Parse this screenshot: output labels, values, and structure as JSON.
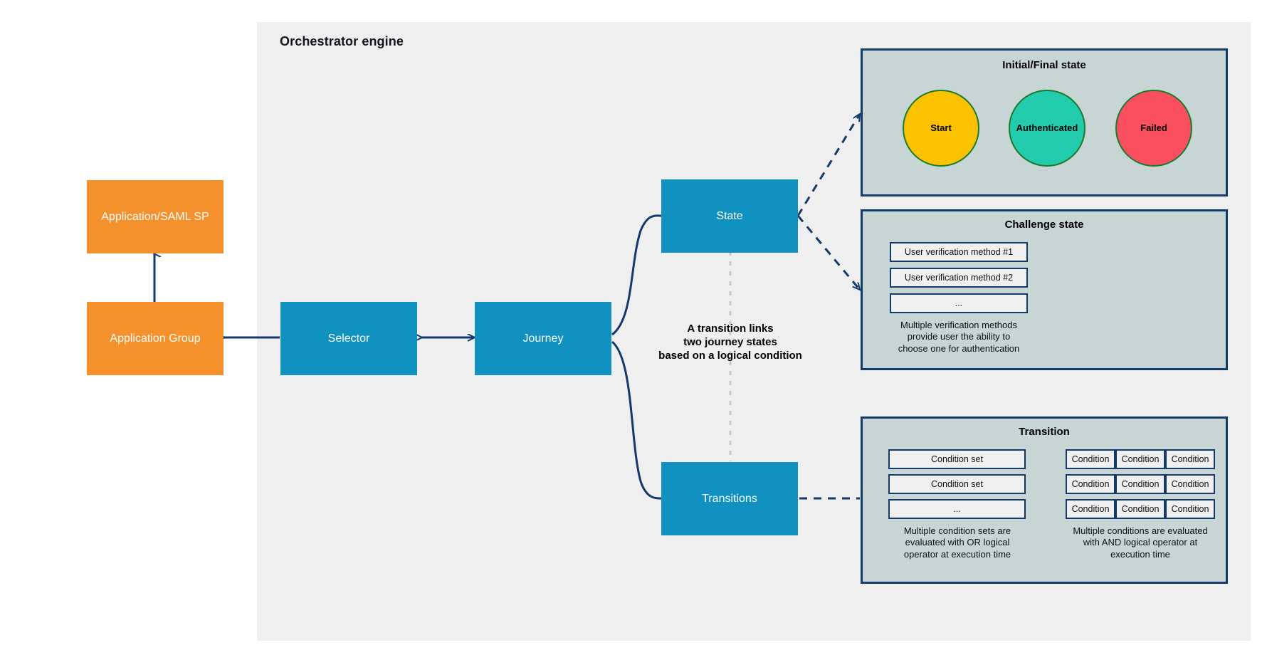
{
  "canvas": {
    "title": "Orchestrator engine"
  },
  "nodes": {
    "app_saml_sp": "Application/SAML SP",
    "app_group": "Application Group",
    "selector": "Selector",
    "journey": "Journey",
    "state": "State",
    "transitions": "Transitions"
  },
  "center_note": "A transition links\ntwo journey states\nbased on a logical condition",
  "panels": {
    "initial_final": {
      "title": "Initial/Final state",
      "circles": [
        {
          "label": "Start",
          "color": "#fcc200",
          "border": "#1b7a2b"
        },
        {
          "label": "Authenticated",
          "color": "#21cbab",
          "border": "#1b7a2b"
        },
        {
          "label": "Failed",
          "color": "#fa4f5f",
          "border": "#1b7a2b"
        }
      ]
    },
    "challenge": {
      "title": "Challenge state",
      "methods": [
        "User verification method #1",
        "User verification method #2",
        "..."
      ],
      "caption": "Multiple verification methods\nprovide user the ability to\nchoose one for authentication"
    },
    "transition": {
      "title": "Transition",
      "condition_sets": [
        "Condition set",
        "Condition set",
        "..."
      ],
      "conditions_grid": [
        [
          "Condition",
          "Condition",
          "Condition"
        ],
        [
          "Condition",
          "Condition",
          "Condition"
        ],
        [
          "Condition",
          "Condition",
          "Condition"
        ]
      ],
      "caption_left": "Multiple condition sets are\nevaluated with OR logical\noperator at execution time",
      "caption_right": "Multiple conditions are evaluated\nwith AND logical operator at\nexecution time"
    }
  },
  "colors": {
    "canvas_bg": "#efefef",
    "orange_node": "#f4912c",
    "blue_node": "#1191c0",
    "panel_fill": "#c7d5d5",
    "panel_border": "#123a6d",
    "connector": "#123a6d"
  }
}
